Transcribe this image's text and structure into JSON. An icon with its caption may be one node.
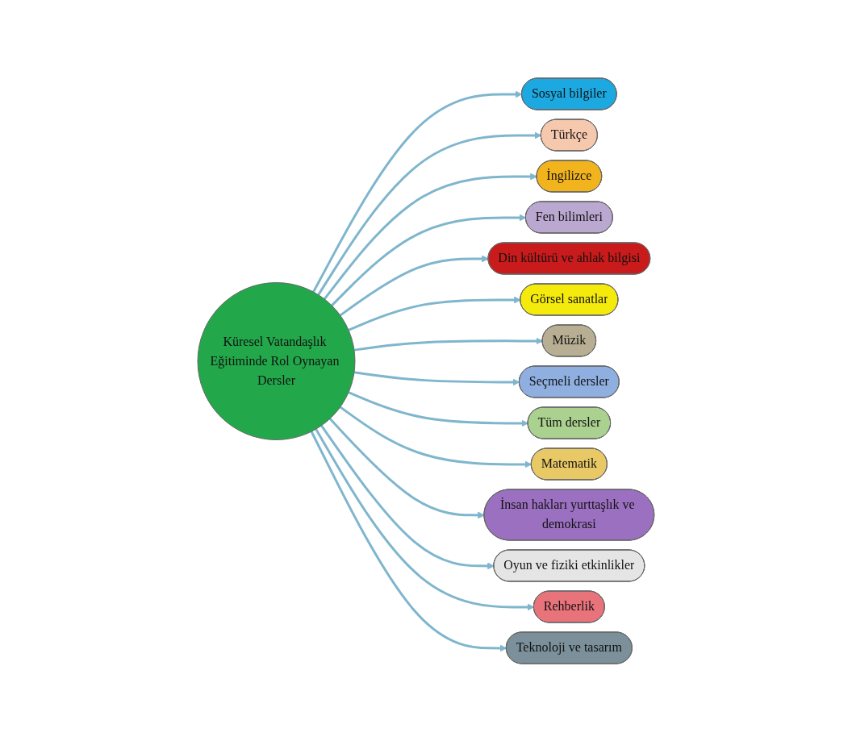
{
  "diagram": {
    "nodes": [
      {
        "text": [
          "Küresel Vatandaşlık Eğitiminde Rol Oynayan Dersler"
        ]
      },
      {
        "text": [
          "Sosyal bilgiler"
        ]
      },
      {
        "text": [
          "Türkçe"
        ]
      },
      {
        "text": [
          "İngilizce"
        ]
      },
      {
        "text": [
          "Fen bilimleri"
        ]
      },
      {
        "text": [
          "Din kültürü ve ahlak bilgisi"
        ]
      },
      {
        "text": [
          "Görsel sanatlar"
        ]
      },
      {
        "text": [
          "Müzik"
        ]
      },
      {
        "text": [
          "Seçmeli dersler"
        ]
      },
      {
        "text": [
          "Tüm dersler"
        ]
      },
      {
        "text": [
          "Matematik"
        ]
      },
      {
        "text": [
          "İnsan hakları yurttaşlık ve demokrasi"
        ]
      },
      {
        "text": [
          "Oyun ve fiziki etkinlikler"
        ]
      },
      {
        "text": [
          "Rehberlik"
        ]
      },
      {
        "text": [
          "Teknoloji ve tasarım"
        ]
      }
    ],
    "edges": [
      {
        "from": 0,
        "to": 1,
        "arrow": "to"
      },
      {
        "from": 0,
        "to": 2,
        "arrow": "to"
      },
      {
        "from": 0,
        "to": 3,
        "arrow": "to"
      },
      {
        "from": 0,
        "to": 4,
        "arrow": "to"
      },
      {
        "from": 0,
        "to": 5,
        "arrow": "to"
      },
      {
        "from": 0,
        "to": 6,
        "arrow": "to"
      },
      {
        "from": 0,
        "to": 7,
        "arrow": "to"
      },
      {
        "from": 0,
        "to": 8,
        "arrow": "to"
      },
      {
        "from": 0,
        "to": 9,
        "arrow": "to"
      },
      {
        "from": 0,
        "to": 10,
        "arrow": "to"
      },
      {
        "from": 0,
        "to": 11,
        "arrow": "to"
      },
      {
        "from": 0,
        "to": 12,
        "arrow": "to"
      },
      {
        "from": 0,
        "to": 13,
        "arrow": "to"
      },
      {
        "from": 0,
        "to": 14,
        "arrow": "to"
      }
    ]
  }
}
